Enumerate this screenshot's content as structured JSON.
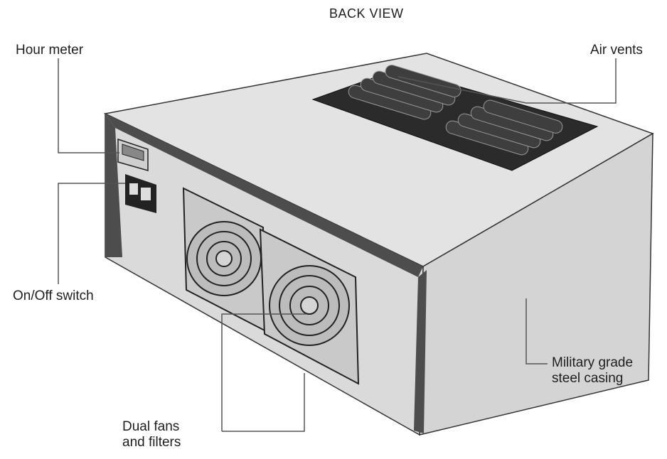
{
  "title": "BACK VIEW",
  "labels": {
    "hour_meter": "Hour meter",
    "air_vents": "Air vents",
    "on_off_switch": "On/Off switch",
    "steel_casing_line1": "Military grade",
    "steel_casing_line2": "steel casing",
    "fans_line1": "Dual fans",
    "fans_line2": "and filters"
  },
  "colors": {
    "casing": "#d9d9d9",
    "top": "#e4e4e4",
    "side": "#d2d2d2",
    "frame": "#4d4d4d",
    "vent_plate": "#2b2b2b",
    "leader": "#555555"
  }
}
